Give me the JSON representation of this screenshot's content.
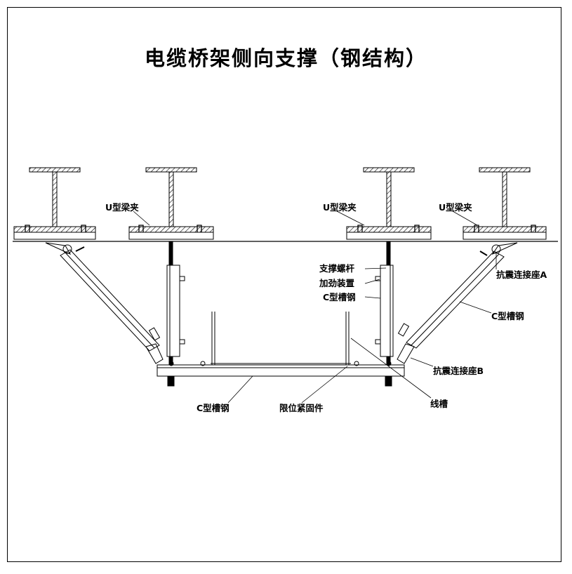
{
  "title": "电缆桥架侧向支撑（钢结构）",
  "labels": {
    "u_clamp": "U型梁夹",
    "support_rod": "支撑螺杆",
    "stiffener": "加劲装置",
    "c_channel": "C型槽钢",
    "seismic_seat_a": "抗震连接座A",
    "seismic_seat_b": "抗震连接座B",
    "limit_fastener": "限位紧固件",
    "trunking": "线槽"
  }
}
